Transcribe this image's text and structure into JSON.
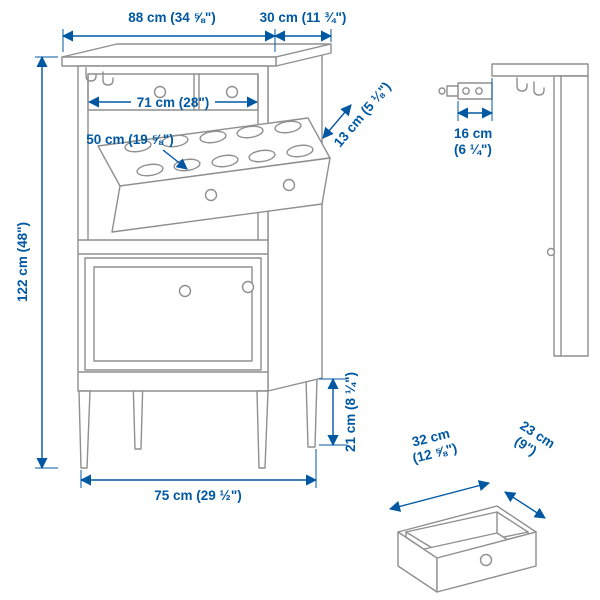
{
  "figure": {
    "kind": "product-dimension-diagram",
    "product": "shoe cabinet with 2 compartments, top drawers and wall bracket",
    "accent_color": "#0058a3",
    "artwork_color": "#8f8f8f",
    "background_color": "#ffffff"
  },
  "front_view": {
    "overall_width": "88 cm (34 ⅝\")",
    "overall_depth": "30 cm (11 ¾\")",
    "inner_width": "71 cm (28\")",
    "flap_front_height": "50 cm (19 ⅝\")",
    "flap_projection": "13 cm (5 ⅛\")",
    "overall_height": "122 cm (48\")",
    "leg_height": "21 cm (8 ¼\")",
    "leg_span": "75 cm (29 ½\")"
  },
  "side_view": {
    "bracket_depth_line1": "16 cm",
    "bracket_depth_line2": "(6 ¼\")"
  },
  "drawer_view": {
    "width_line1": "32 cm",
    "width_line2": "(12 ⅝\")",
    "depth_line1": "23 cm",
    "depth_line2": "(9\")"
  }
}
